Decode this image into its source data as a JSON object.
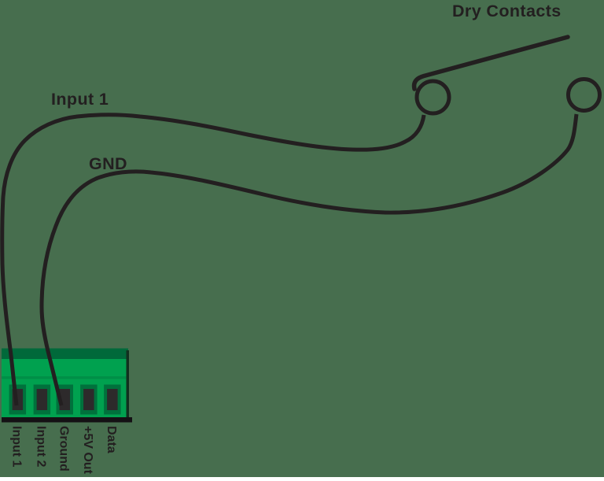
{
  "diagram": {
    "background_color": "#476E4E",
    "line_color": "#231F20",
    "title": "Dry Contacts",
    "labels": {
      "input_wire": "Input 1",
      "ground_wire": "GND"
    },
    "terminal_block": {
      "colors": {
        "body": "#00A14F",
        "top_strip": "#00693A",
        "divider": "#008F47",
        "recess": "#00713C",
        "hole": "#2D2A2B",
        "base_bar": "#141114",
        "edge": "#12301F"
      },
      "terminals": [
        {
          "label": "Input 1"
        },
        {
          "label": "Input 2"
        },
        {
          "label": "Ground"
        },
        {
          "label": "+5V Out"
        },
        {
          "label": "Data"
        }
      ]
    }
  }
}
